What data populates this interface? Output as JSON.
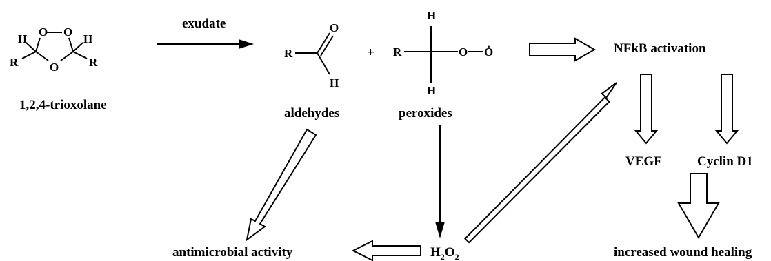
{
  "trioxolane": {
    "name": "1,2,4-trioxolane",
    "atoms": {
      "o": "O",
      "h": "H",
      "r": "R"
    }
  },
  "exudate": "exudate",
  "aldehyde": {
    "name": "aldehydes",
    "atoms": {
      "r": "R",
      "o": "O",
      "h": "H"
    }
  },
  "plus": "+",
  "peroxide": {
    "name": "peroxides",
    "atoms": {
      "r": "R",
      "h": "H",
      "o": "O",
      "radical": "Ȯ"
    }
  },
  "nfkb": "NFkB activation",
  "vegf": "VEGF",
  "cyclin": "Cyclin D1",
  "wound": "increased wound healing",
  "h2o2": {
    "h": "H",
    "sub": "2",
    "o": "O",
    "sub2": "2"
  },
  "antimicrobial": "antimicrobial activity"
}
